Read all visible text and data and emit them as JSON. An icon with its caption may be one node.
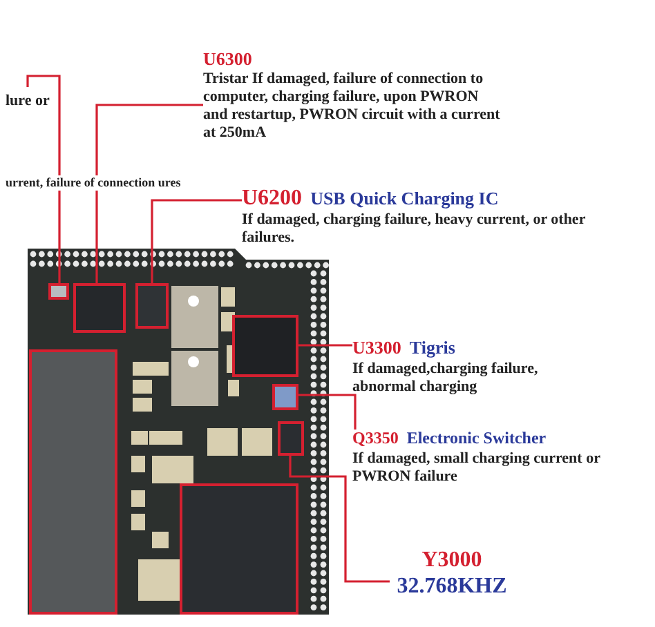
{
  "diagram": {
    "nodes": [
      {
        "text": [
          "lure or"
        ]
      },
      {
        "text": [],
        "shape": "box"
      },
      {
        "text": [
          "U6300",
          "Tristar If damaged, failure of connection to computer, charging failure, upon PWRON and restartup, PWRON circuit with a current at 250mA"
        ]
      },
      {
        "text": [],
        "shape": "box"
      },
      {
        "text": [
          "U6200",
          "USB Quick Charging IC",
          "If damaged, charging failure, heavy current, or other failures."
        ]
      },
      {
        "text": [],
        "shape": "box"
      },
      {
        "text": [
          "U3300",
          "Tigris",
          "If damaged,charging failure, abnormal charging"
        ]
      },
      {
        "text": [],
        "shape": "box"
      },
      {
        "text": [
          "Q3350",
          "Electronic Switcher",
          "If damaged, small charging current or PWRON failure"
        ]
      },
      {
        "text": [],
        "shape": "box"
      },
      {
        "text": [
          "Y3000",
          "32.768KHZ"
        ]
      },
      {
        "text": [],
        "shape": "box"
      }
    ],
    "edges": [
      {
        "from": 0,
        "to": 1,
        "arrow": "none"
      },
      {
        "from": 2,
        "to": 3,
        "arrow": "none"
      },
      {
        "from": 4,
        "to": 5,
        "arrow": "none"
      },
      {
        "from": 6,
        "to": 7,
        "arrow": "none"
      },
      {
        "from": 8,
        "to": 9,
        "arrow": "none"
      },
      {
        "from": 10,
        "to": 11,
        "arrow": "none"
      }
    ],
    "labels": [
      "urrent, failure of connection ures"
    ]
  }
}
